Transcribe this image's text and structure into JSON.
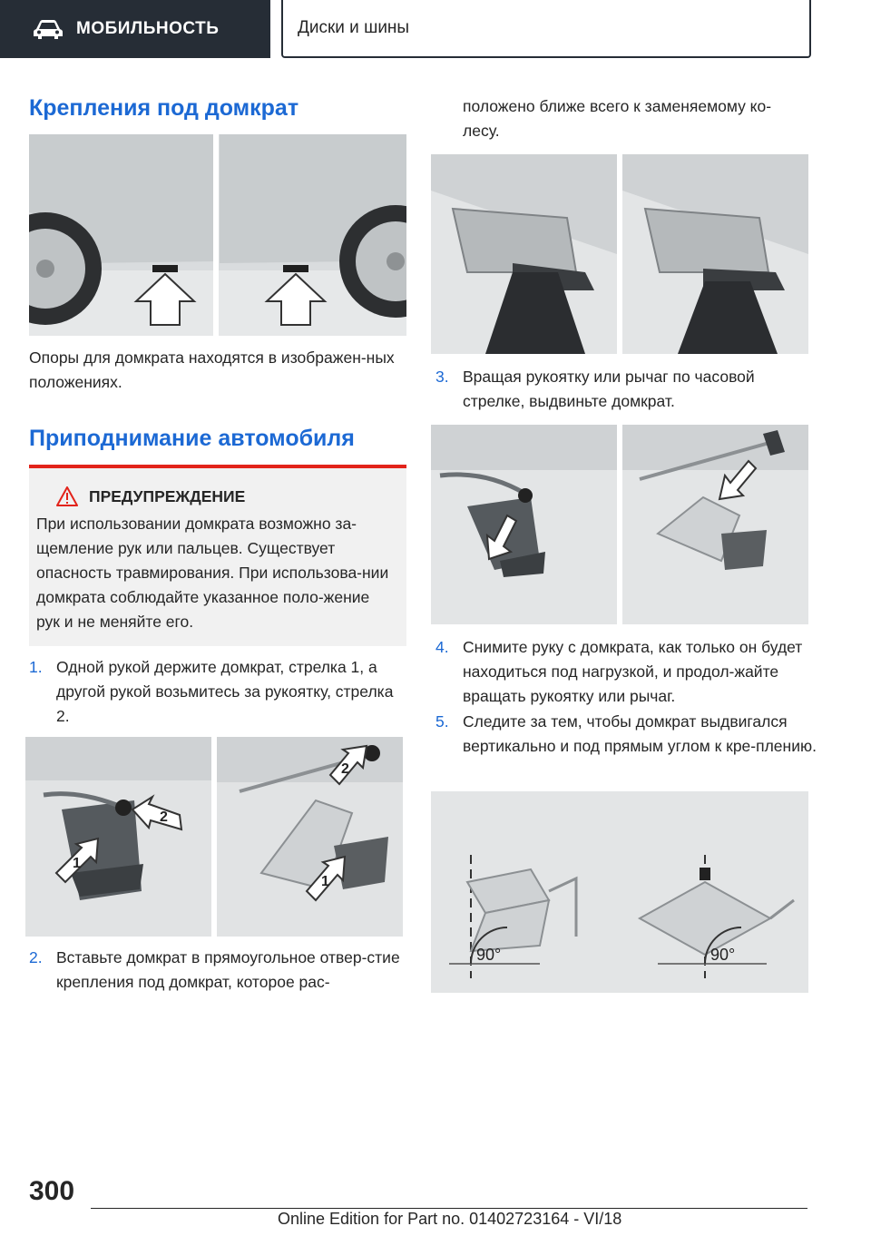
{
  "header": {
    "section": "МОБИЛЬНОСТЬ",
    "chapter": "Диски и шины",
    "icon": "car-icon"
  },
  "sections": {
    "jack_points_title": "Крепления под домкрат",
    "jack_points_caption": "Опоры для домкрата находятся в изображен-ных положениях.",
    "lifting_title": "Приподнимание автомобиля"
  },
  "warning": {
    "icon": "warning-triangle-icon",
    "title": "ПРЕДУПРЕЖДЕНИЕ",
    "text": "При использовании домкрата возможно за-щемление рук или пальцев. Существует опасность травмирования. При использова-нии домкрата соблюдайте указанное поло-жение рук и не меняйте его."
  },
  "steps": [
    {
      "num": "1.",
      "text": "Одной рукой держите домкрат, стрелка 1, а другой рукой возьмитесь за рукоятку, стрелка 2."
    },
    {
      "num": "2.",
      "text": "Вставьте домкрат в прямоугольное отвер-стие крепления под домкрат, которое рас-"
    },
    {
      "num": "3.",
      "text": "Вращая рукоятку или рычаг по часовой стрелке, выдвиньте домкрат."
    },
    {
      "num": "4.",
      "text": "Снимите руку с домкрата, как только он будет находиться под нагрузкой, и продол-жайте вращать рукоятку или рычаг."
    },
    {
      "num": "5.",
      "text": "Следите за тем, чтобы домкрат выдвигался вертикально и под прямым углом к кре-плению."
    }
  ],
  "step2_continuation": "положено ближе всего к заменяемому ко-лесу.",
  "figures": {
    "arrow_labels": [
      "1",
      "2"
    ],
    "angle_label": "90°"
  },
  "footer": {
    "page_number": "300",
    "edition": "Online Edition for Part no. 01402723164 - VI/18"
  },
  "colors": {
    "accent": "#1c69d4",
    "warning_red": "#e2231a",
    "header_dark": "#262d36"
  }
}
